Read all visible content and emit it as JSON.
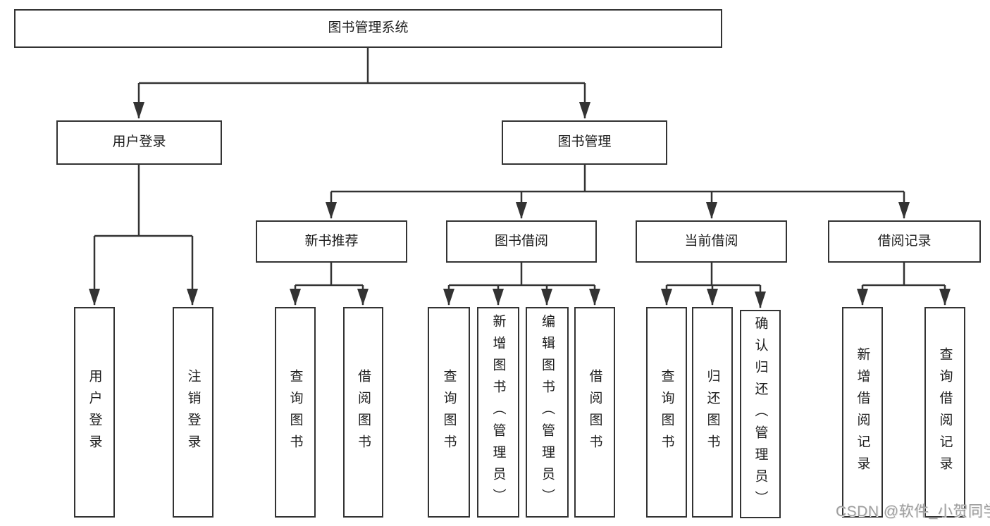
{
  "diagram_type": "hierarchy-tree",
  "colors": {
    "line": "#333333",
    "box_border": "#333333",
    "box_fill": "#ffffff",
    "text": "#1d1d1d",
    "watermark": "#9e9e9e",
    "background": "#ffffff"
  },
  "tree": {
    "label": "图书管理系统",
    "children": [
      {
        "label": "用户登录",
        "children": [
          {
            "label": "用户登录"
          },
          {
            "label": "注销登录"
          }
        ]
      },
      {
        "label": "图书管理",
        "children": [
          {
            "label": "新书推荐",
            "children": [
              {
                "label": "查询图书"
              },
              {
                "label": "借阅图书"
              }
            ]
          },
          {
            "label": "图书借阅",
            "children": [
              {
                "label": "查询图书"
              },
              {
                "label": "新增图书（管理员）"
              },
              {
                "label": "编辑图书（管理员）"
              },
              {
                "label": "借阅图书"
              }
            ]
          },
          {
            "label": "当前借阅",
            "children": [
              {
                "label": "查询图书"
              },
              {
                "label": "归还图书"
              },
              {
                "label": "确认归还（管理员）"
              }
            ]
          },
          {
            "label": "借阅记录",
            "children": [
              {
                "label": "新增借阅记录"
              },
              {
                "label": "查询借阅记录"
              }
            ]
          }
        ]
      }
    ]
  },
  "watermark": {
    "text": "CSDN @软件_小贺同学"
  }
}
